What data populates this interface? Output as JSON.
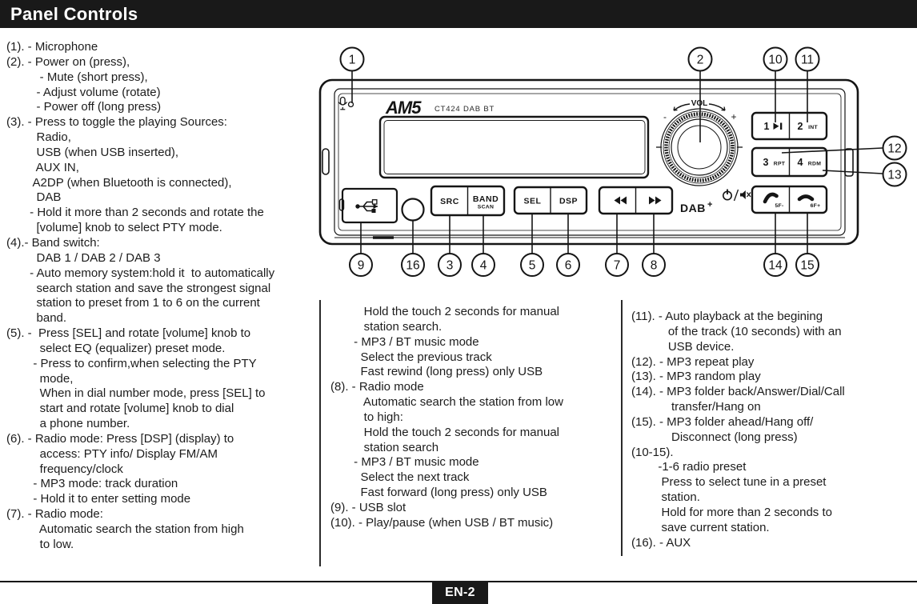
{
  "header": {
    "title": "Panel Controls"
  },
  "footer": {
    "page_label": "EN-2"
  },
  "columns": {
    "left": "(1). - Microphone\n(2). - Power on (press),\n          - Mute (short press),\n         - Adjust volume (rotate)\n         - Power off (long press)\n(3). - Press to toggle the playing Sources:\n         Radio,\n         USB (when USB inserted),\n         AUX IN,\n        A2DP (when Bluetooth is connected),\n         DAB\n       - Hold it more than 2 seconds and rotate the\n         [volume] knob to select PTY mode.\n(4).- Band switch:\n         DAB 1 / DAB 2 / DAB 3\n       - Auto memory system:hold it  to automatically\n         search station and save the strongest signal\n         station to preset from 1 to 6 on the current\n         band.\n(5). -  Press [SEL] and rotate [volume] knob to\n          select EQ (equalizer) preset mode.\n        - Press to confirm,when selecting the PTY\n          mode,\n          When in dial number mode, press [SEL] to\n          start and rotate [volume] knob to dial\n          a phone number.\n(6). - Radio mode: Press [DSP] (display) to\n          access: PTY info/ Display FM/AM\n          frequency/clock\n        - MP3 mode: track duration\n        - Hold it to enter setting mode\n(7). - Radio mode:\n          Automatic search the station from high\n          to low.",
    "middle": "          Hold the touch 2 seconds for manual\n          station search.\n       - MP3 / BT music mode\n         Select the previous track\n         Fast rewind (long press) only USB\n(8). - Radio mode\n          Automatic search the station from low\n          to high:\n          Hold the touch 2 seconds for manual\n          station search\n       - MP3 / BT music mode\n         Select the next track\n         Fast forward (long press) only USB\n(9). - USB slot\n(10). - Play/pause (when USB / BT music)",
    "right": "(11). - Auto playback at the begining\n           of the track (10 seconds) with an\n           USB device.\n(12). - MP3 repeat play\n(13). - MP3 random play\n(14). - MP3 folder back/Answer/Dial/Call\n            transfer/Hang on\n(15). - MP3 folder ahead/Hang off/\n            Disconnect (long press)\n(10-15).\n        -1-6 radio preset\n         Press to select tune in a preset\n         station.\n         Hold for more than 2 seconds to\n         save current station.\n(16). - AUX",
    "divider_color": "#2a2a2a"
  },
  "diagram": {
    "brand": "AM5",
    "model": "CT424 DAB BT",
    "labels": {
      "vol": "VOL",
      "minus": "-",
      "plus": "+",
      "dab": "DAB",
      "dab_plus": "+"
    },
    "buttons": {
      "src": "SRC",
      "band": "BAND",
      "scan": "SCAN",
      "sel": "SEL",
      "dsp": "DSP",
      "p1": "1",
      "p2": "2",
      "p2_sub": "INT",
      "p3": "3",
      "p3_sub": "RPT",
      "p4": "4",
      "p4_sub": "RDM",
      "p5_sub": "5F-",
      "p6_sub": "6F+"
    },
    "callouts": [
      "1",
      "2",
      "3",
      "4",
      "5",
      "6",
      "7",
      "8",
      "9",
      "10",
      "11",
      "12",
      "13",
      "14",
      "15",
      "16"
    ]
  },
  "colors": {
    "ink": "#151515",
    "bar": "#191919"
  }
}
